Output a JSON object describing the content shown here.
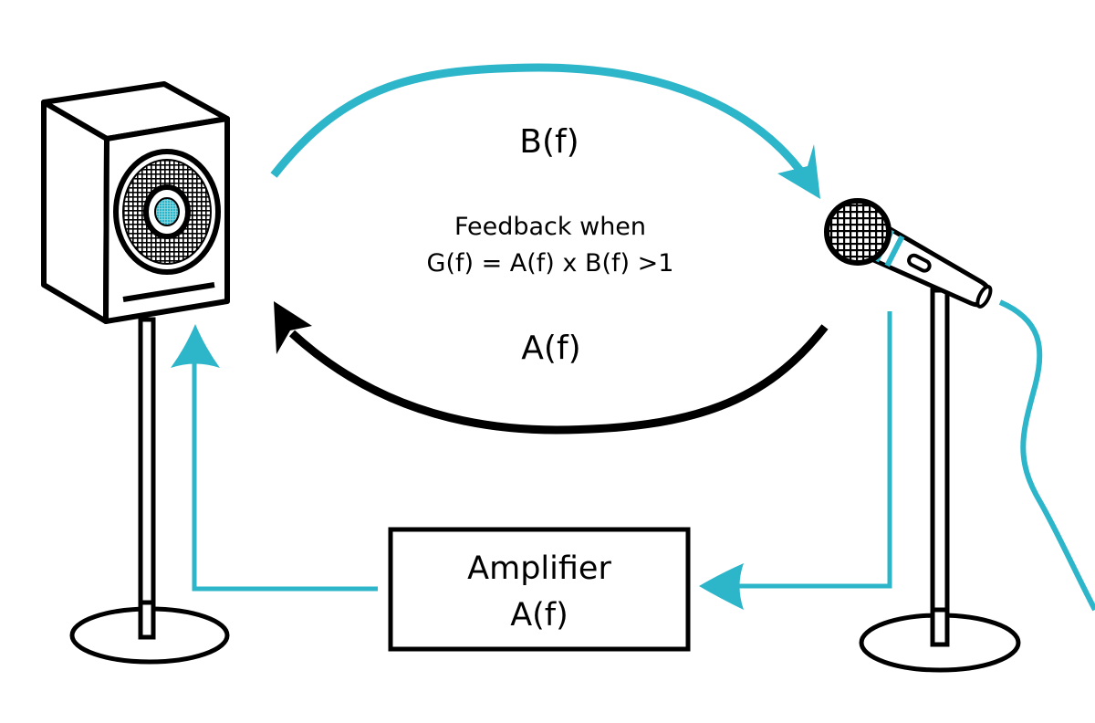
{
  "colors": {
    "accent": "#2db5c9",
    "ink": "#000000",
    "background": "#ffffff"
  },
  "labels": {
    "feedback_path": "B(f)",
    "gain_path": "A(f)",
    "condition_line1": "Feedback when",
    "condition_line2": "G(f) = A(f) x B(f) >1",
    "amplifier_line1": "Amplifier",
    "amplifier_line2": "A(f)"
  },
  "components": {
    "speaker": "speaker-on-stand",
    "microphone": "microphone-on-stand",
    "amplifier": "amplifier-box"
  },
  "arrows": [
    {
      "name": "acoustic-feedback-arrow",
      "from": "speaker",
      "to": "microphone",
      "color": "accent",
      "label": "B(f)"
    },
    {
      "name": "gain-arrow",
      "from": "microphone",
      "to": "speaker",
      "color": "ink",
      "label": "A(f)"
    },
    {
      "name": "mic-signal-arrow",
      "from": "microphone",
      "to": "amplifier",
      "color": "accent"
    },
    {
      "name": "amp-output-arrow",
      "from": "amplifier",
      "to": "speaker",
      "color": "accent"
    }
  ]
}
